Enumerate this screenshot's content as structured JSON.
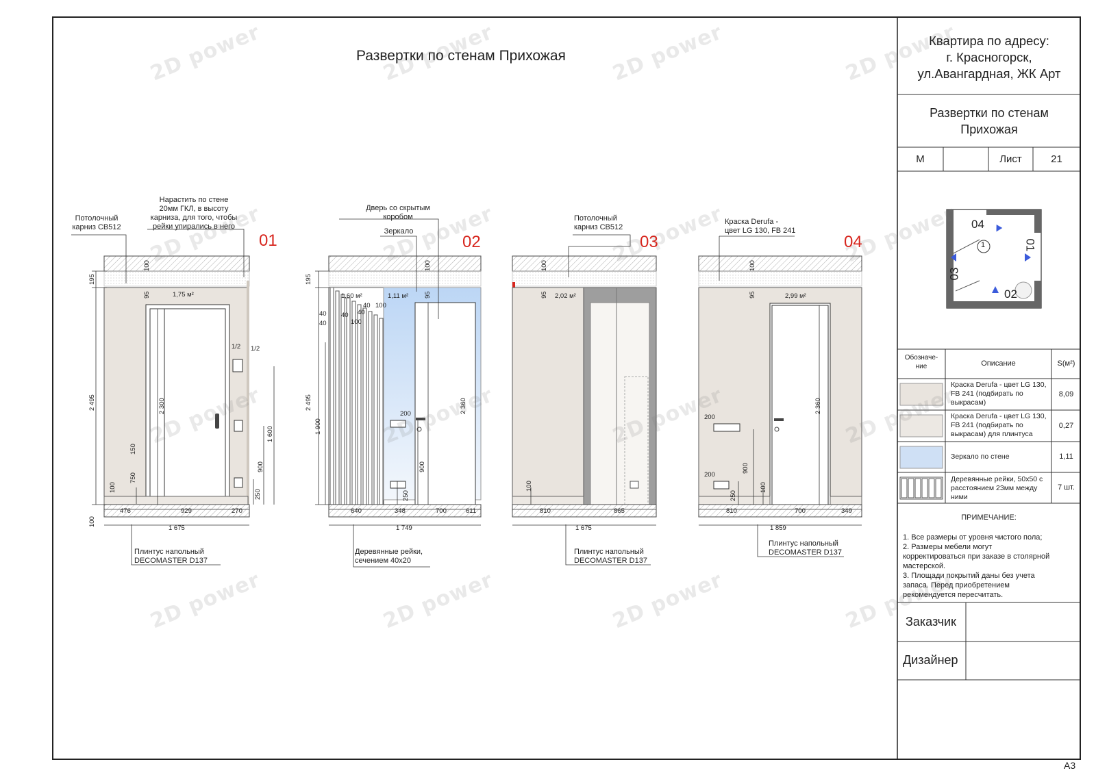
{
  "title": "Развертки по стенам Прихожая",
  "sheet_format": "A3",
  "title_block": {
    "address_lines": [
      "Квартира по адресу:",
      "г. Красногорск,",
      "ул.Авангардная, ЖК Арт"
    ],
    "drawing_name_lines": [
      "Развертки по стенам",
      "Прихожая"
    ],
    "scale_label": "М",
    "scale_value": "",
    "sheet_label": "Лист",
    "sheet_number": "21",
    "customer_label": "Заказчик",
    "designer_label": "Дизайнер"
  },
  "key_plan": {
    "room_number": "1",
    "wall_labels": [
      "04",
      "01",
      "03",
      "02"
    ]
  },
  "legend": {
    "headers": [
      "Обозначе-ние",
      "Описание",
      "S(м²)"
    ],
    "rows": [
      {
        "swatch_color": "#e9e4de",
        "description": "Краска Derufa -  цвет LG 130, FB 241 (подбирать по выкрасам)",
        "value": "8,09"
      },
      {
        "swatch_color": "#ece8e3",
        "description": "Краска Derufa -  цвет LG 130, FB 241 (подбирать по выкрасам) для плинтуса",
        "value": "0,27"
      },
      {
        "swatch_color": "#cfe0f5",
        "description": "Зеркало по стене",
        "value": "1,11"
      },
      {
        "swatch_color": "#ffffff",
        "description": "Деревянные рейки, 50х50 с расстоянием 23мм между ними",
        "value": "7 шт."
      }
    ]
  },
  "notes": {
    "heading": "ПРИМЕЧАНИЕ:",
    "lines": [
      "1. Все размеры от уровня чистого пола;",
      "2. Размеры мебели могут",
      "корректироваться при заказе в столярной",
      "мастерской.",
      "3. Площади покрытий даны без учета",
      "запаса. Перед приобретением",
      "рекомендуется пересчитать."
    ]
  },
  "elevations": [
    {
      "number": "01",
      "area": "1,75 м²",
      "callouts": [
        "Потолочный",
        "карниз CB512",
        "Нарастить по стене",
        "20мм ГКЛ, в высоту",
        "карниза, для того, чтобы",
        "рейки упирались в него",
        "Плинтус напольный",
        "DECOMASTER D137"
      ],
      "dims": {
        "top": "195",
        "height": "2 495",
        "base": "100",
        "ceiling": "100",
        "gap": "95",
        "door": "2 300",
        "switch": "150",
        "switch_low": "750",
        "socket": "100",
        "right_1600": "1 600",
        "right_900": "900",
        "right_250": "250",
        "half1": "1/2",
        "half2": "1/2",
        "b1": "476",
        "b2": "929",
        "b3": "270",
        "total": "1 675"
      }
    },
    {
      "number": "02",
      "area_mirror": "1,11 м²",
      "area_slats": "1,60 м²",
      "callouts": [
        "Дверь со скрытым",
        "коробом",
        "Зеркало",
        "Деревянные рейки,",
        "сечением 40х20"
      ],
      "dims": {
        "top": "195",
        "height": "2 495",
        "slats": "1 900",
        "ceiling": "100",
        "gap": "95",
        "s40": "40",
        "s100": "100",
        "door": "2 360",
        "handle_200": "200",
        "socket_900": "900",
        "socket_250": "250",
        "b1": "640",
        "b2": "348",
        "b3": "700",
        "b4": "611",
        "total": "1 749"
      }
    },
    {
      "number": "03",
      "area": "2,02 м²",
      "callouts": [
        "Потолочный",
        "карниз CB512",
        "Плинтус напольный",
        "DECOMASTER D137"
      ],
      "dims": {
        "ceiling": "100",
        "gap": "95",
        "socket": "100",
        "b1": "810",
        "b2": "865",
        "total": "1 675"
      }
    },
    {
      "number": "04",
      "area": "2,99 м²",
      "callouts": [
        "Краска Derufa -",
        "цвет LG 130, FB 241",
        "Плинтус напольный",
        "DECOMASTER D137"
      ],
      "dims": {
        "ceiling": "100",
        "gap": "95",
        "door": "2 360",
        "s200a": "200",
        "s200b": "200",
        "s900": "900",
        "s250": "250",
        "s100": "100",
        "b1": "810",
        "b2": "700",
        "b3": "349",
        "total": "1 859"
      }
    }
  ],
  "watermark": "2D power",
  "colors": {
    "wall_paint": "#e9e4de",
    "mirror": "#cfe0f5",
    "accent_red": "#d7261e",
    "line": "#333333",
    "key_arrow": "#3b5bdb"
  }
}
